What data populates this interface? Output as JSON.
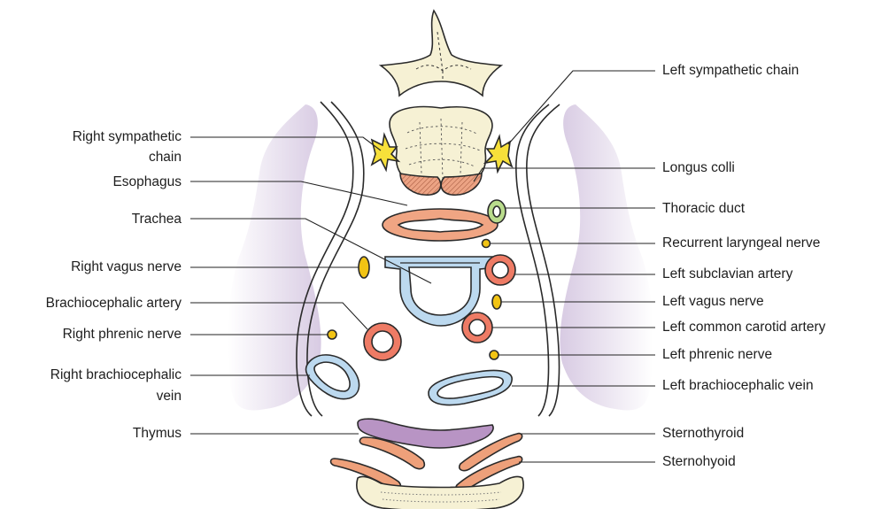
{
  "labels_left": [
    "Right sympathetic",
    "chain",
    "Esophagus",
    "Trachea",
    "Right vagus nerve",
    "Brachiocephalic artery",
    "Right phrenic nerve",
    "Right brachiocephalic",
    "vein",
    "Thymus"
  ],
  "labels_right": [
    "Left sympathetic chain",
    "Longus colli",
    "Thoracic duct",
    "Recurrent laryngeal nerve",
    "Left subclavian artery",
    "Left vagus nerve",
    "Left common carotid artery",
    "Left phrenic nerve",
    "Left brachiocephalic vein",
    "Sternothyroid",
    "Sternohyoid"
  ],
  "colors": {
    "lung": "#dcd0e6",
    "bone": "#f6f1d4",
    "artery": "#ee7b65",
    "vein": "#bcd9ef",
    "nerve": "#f2c414",
    "esophagus": "#f0a583",
    "muscle": "#eea07a",
    "thymus": "#b894c4",
    "duct": "#b9dc8c",
    "sympathetic": "#f7e03a"
  }
}
